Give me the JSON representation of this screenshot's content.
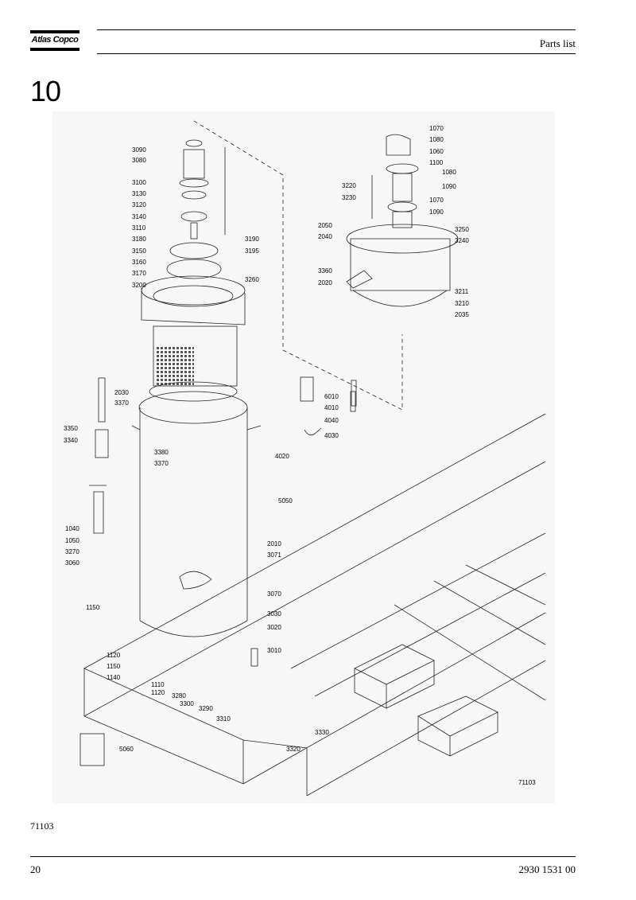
{
  "brand": {
    "name": "Atlas Copco"
  },
  "header": {
    "section": "Parts list"
  },
  "chapter": {
    "number": "10"
  },
  "figure": {
    "id": "71103",
    "inner_id": "71103",
    "labels": [
      {
        "text": "3090"
      },
      {
        "text": "3080"
      },
      {
        "text": "3100"
      },
      {
        "text": "3130"
      },
      {
        "text": "3120"
      },
      {
        "text": "3140"
      },
      {
        "text": "3110"
      },
      {
        "text": "3180"
      },
      {
        "text": "3150"
      },
      {
        "text": "3160"
      },
      {
        "text": "3170"
      },
      {
        "text": "3200"
      },
      {
        "text": "3190"
      },
      {
        "text": "3195"
      },
      {
        "text": "3260"
      },
      {
        "text": "1070"
      },
      {
        "text": "1080"
      },
      {
        "text": "1060"
      },
      {
        "text": "1100"
      },
      {
        "text": "1080"
      },
      {
        "text": "1090"
      },
      {
        "text": "1070"
      },
      {
        "text": "1090"
      },
      {
        "text": "3220"
      },
      {
        "text": "3230"
      },
      {
        "text": "2050"
      },
      {
        "text": "2040"
      },
      {
        "text": "3250"
      },
      {
        "text": "3240"
      },
      {
        "text": "3360"
      },
      {
        "text": "2020"
      },
      {
        "text": "3211"
      },
      {
        "text": "3210"
      },
      {
        "text": "2035"
      },
      {
        "text": "2030"
      },
      {
        "text": "3370"
      },
      {
        "text": "3350"
      },
      {
        "text": "3340"
      },
      {
        "text": "3380"
      },
      {
        "text": "3370"
      },
      {
        "text": "6010"
      },
      {
        "text": "4010"
      },
      {
        "text": "4040"
      },
      {
        "text": "4030"
      },
      {
        "text": "4020"
      },
      {
        "text": "5050"
      },
      {
        "text": "1040"
      },
      {
        "text": "1050"
      },
      {
        "text": "3270"
      },
      {
        "text": "3060"
      },
      {
        "text": "2010"
      },
      {
        "text": "3071"
      },
      {
        "text": "3070"
      },
      {
        "text": "1150"
      },
      {
        "text": "3030"
      },
      {
        "text": "3020"
      },
      {
        "text": "1120"
      },
      {
        "text": "1150"
      },
      {
        "text": "3010"
      },
      {
        "text": "1140"
      },
      {
        "text": "1110"
      },
      {
        "text": "1120"
      },
      {
        "text": "3280"
      },
      {
        "text": "3300"
      },
      {
        "text": "3290"
      },
      {
        "text": "3310"
      },
      {
        "text": "3330"
      },
      {
        "text": "3320"
      },
      {
        "text": "5060"
      }
    ]
  },
  "footer": {
    "page": "20",
    "doc_number": "2930 1531 00"
  }
}
